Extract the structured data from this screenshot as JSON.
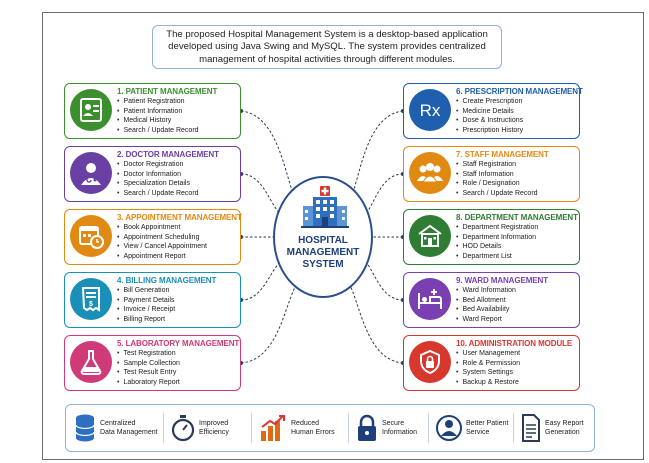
{
  "intro": {
    "line1": "The proposed Hospital Management System is a desktop-based application",
    "line2": "developed using Java Swing and MySQL. The system provides centralized",
    "line3": "management of hospital activities through different modules."
  },
  "hub": {
    "line1": "HOSPITAL",
    "line2": "MANAGEMENT",
    "line3": "SYSTEM"
  },
  "modules_left": [
    {
      "title": "1. PATIENT MANAGEMENT",
      "color": "#3b8f2f",
      "icon": "patient-card-icon",
      "items": [
        "Patient Registration",
        "Patient Information",
        "Medical History",
        "Search / Update Record"
      ]
    },
    {
      "title": "2. DOCTOR MANAGEMENT",
      "color": "#6a3fa3",
      "icon": "doctor-icon",
      "items": [
        "Doctor Registration",
        "Doctor Information",
        "Specialization Details",
        "Search / Update Record"
      ]
    },
    {
      "title": "3. APPOINTMENT MANAGEMENT",
      "color": "#e08a14",
      "icon": "calendar-clock-icon",
      "items": [
        "Book Appointment",
        "Appointment Scheduling",
        "View / Cancel Appointment",
        "Appointment Report"
      ]
    },
    {
      "title": "4. BILLING MANAGEMENT",
      "color": "#1a8fb8",
      "icon": "invoice-icon",
      "items": [
        "Bill Generation",
        "Payment Details",
        "Invoice / Receipt",
        "Billing Report"
      ]
    },
    {
      "title": "5. LABORATORY MANAGEMENT",
      "color": "#d13a78",
      "icon": "flask-icon",
      "items": [
        "Test Registration",
        "Sample Collection",
        "Test Result Entry",
        "Laboratory Report"
      ]
    }
  ],
  "modules_right": [
    {
      "title": "6. PRESCRIPTION MANAGEMENT",
      "color": "#1f5fae",
      "icon": "rx-icon",
      "items": [
        "Create Prescription",
        "Medicine Details",
        "Dose & Instructions",
        "Prescription History"
      ]
    },
    {
      "title": "7. STAFF MANAGEMENT",
      "color": "#e08a14",
      "icon": "staff-group-icon",
      "items": [
        "Staff Registration",
        "Staff Information",
        "Role / Designation",
        "Search / Update Record"
      ]
    },
    {
      "title": "8. DEPARTMENT MANAGEMENT",
      "color": "#2f7d34",
      "icon": "department-building-icon",
      "items": [
        "Department Registration",
        "Department Information",
        "HOD Details",
        "Department List"
      ]
    },
    {
      "title": "9. WARD MANAGEMENT",
      "color": "#7a3fb0",
      "icon": "bed-icon",
      "items": [
        "Ward Information",
        "Bed Allotment",
        "Bed Availability",
        "Ward Report"
      ]
    },
    {
      "title": "10. ADMINISTRATION MODULE",
      "color": "#d8372e",
      "icon": "shield-lock-icon",
      "items": [
        "User Management",
        "Role & Permission",
        "System Settings",
        "Backup & Restore"
      ]
    }
  ],
  "benefits": [
    {
      "line1": "Centralized",
      "line2": "Data Management",
      "icon": "database-icon"
    },
    {
      "line1": "Improved",
      "line2": "Efficiency",
      "icon": "stopwatch-icon"
    },
    {
      "line1": "Reduced",
      "line2": "Human Errors",
      "icon": "chart-down-icon"
    },
    {
      "line1": "Secure",
      "line2": "Information",
      "icon": "padlock-icon"
    },
    {
      "line1": "Better Patient",
      "line2": "Service",
      "icon": "patient-service-icon"
    },
    {
      "line1": "Easy Report",
      "line2": "Generation",
      "icon": "report-document-icon"
    }
  ]
}
